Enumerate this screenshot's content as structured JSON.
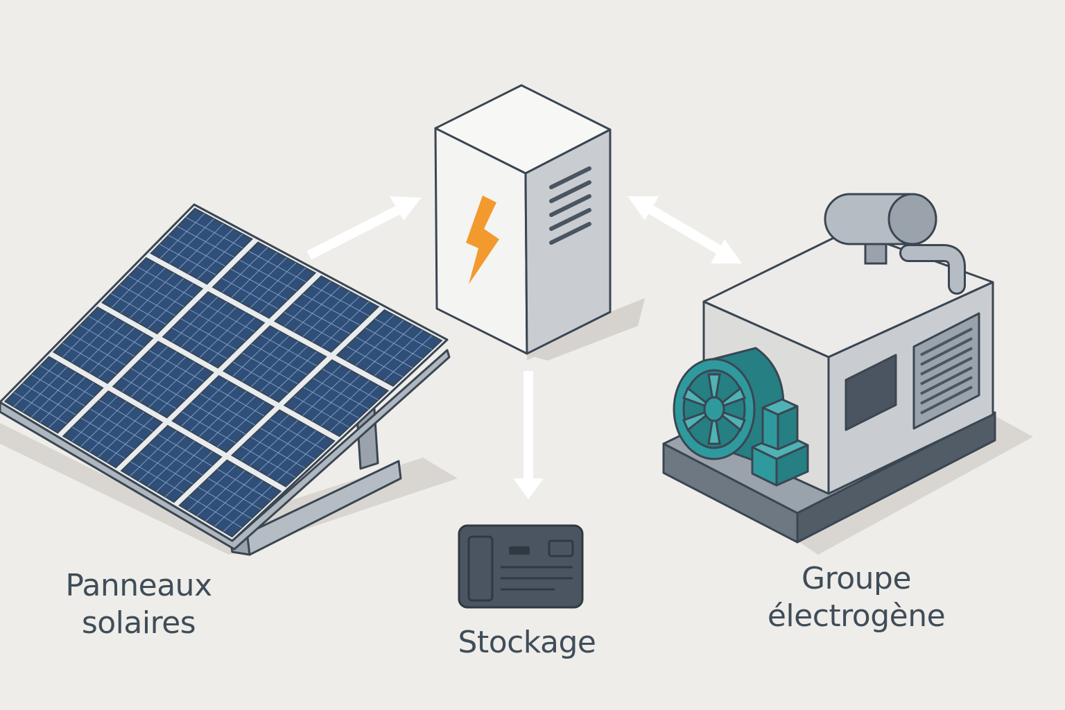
{
  "labels": {
    "solar_line1": "Panneaux",
    "solar_line2": "solaires",
    "storage": "Stockage",
    "generator_line1": "Groupe",
    "generator_line2": "électrogène"
  },
  "icons": {
    "inverter": "lightning-bolt-icon",
    "battery": "battery-pack-icon"
  },
  "colors": {
    "background": "#efede9",
    "panel_cell": "#2f4f78",
    "panel_frame": "#e9ecef",
    "outline": "#3a4652",
    "bolt": "#f29a2e",
    "engine": "#2e9a9e",
    "battery": "#4a5561",
    "arrow": "#ffffff",
    "text": "#3f4d59"
  }
}
